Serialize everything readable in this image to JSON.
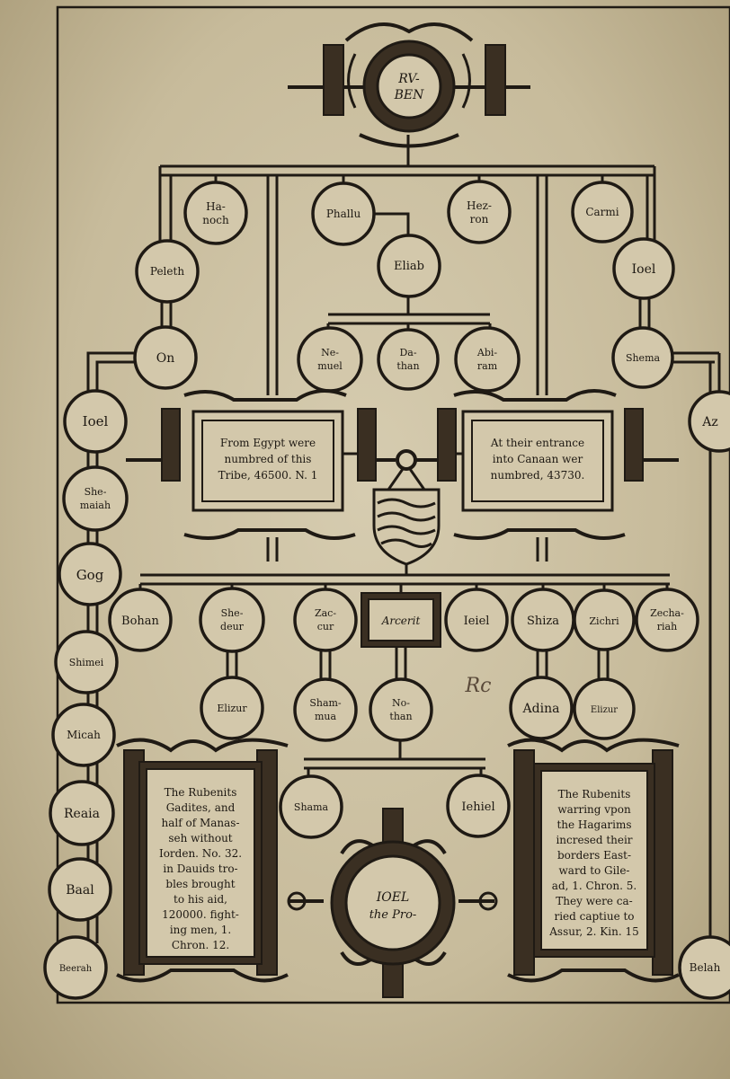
{
  "title": {
    "line1": "RV-",
    "line2": "BEN"
  },
  "sons": {
    "hanoch": {
      "line1": "Ha-",
      "line2": "noch"
    },
    "phallu": {
      "line1": "Phallu",
      "line2": ""
    },
    "hezron": {
      "line1": "Hez-",
      "line2": "ron"
    },
    "carmi": {
      "line1": "Carmi",
      "line2": ""
    }
  },
  "descendants": {
    "peleth": "Peleth",
    "on": "On",
    "eliab": "Eliab",
    "nemuel": {
      "line1": "Ne-",
      "line2": "muel"
    },
    "dathan": {
      "line1": "Da-",
      "line2": "than"
    },
    "abiram": {
      "line1": "Abi-",
      "line2": "ram"
    },
    "ioel_right": "Ioel",
    "shema": "Shema"
  },
  "left_chain": [
    {
      "line1": "Ioel",
      "line2": ""
    },
    {
      "line1": "She-",
      "line2": "maiah"
    },
    {
      "line1": "Gog",
      "line2": ""
    },
    {
      "line1": "Shimei",
      "line2": ""
    },
    {
      "line1": "Micah",
      "line2": ""
    },
    {
      "line1": "Reaia",
      "line2": ""
    },
    {
      "line1": "Baal",
      "line2": ""
    },
    {
      "line1": "Beerah",
      "line2": ""
    }
  ],
  "right_chain": {
    "top": "Az",
    "bottom": "Belah"
  },
  "census_left": {
    "line1": "From Egypt were",
    "line2": "numbred of this",
    "line3": "Tribe, 46500. N. 1"
  },
  "census_right": {
    "line1": "At their entrance",
    "line2": "into Canaan wer",
    "line3": "numbred, 43730."
  },
  "row2": [
    {
      "line1": "Bohan",
      "line2": ""
    },
    {
      "line1": "She-",
      "line2": "deur"
    },
    {
      "line1": "Zac-",
      "line2": "cur"
    },
    {
      "line1": "Ieiel",
      "line2": ""
    },
    {
      "line1": "Shiza",
      "line2": ""
    },
    {
      "line1": "Zichri",
      "line2": ""
    },
    {
      "line1": "Zecha-",
      "line2": "riah"
    }
  ],
  "arcerit": "Arcerit",
  "row3": [
    {
      "line1": "Elizur",
      "line2": ""
    },
    {
      "line1": "Sham-",
      "line2": "mua"
    },
    {
      "line1": "No-",
      "line2": "than"
    },
    {
      "line1": "Adina",
      "line2": ""
    },
    {
      "line1": "Elizur",
      "line2": ""
    }
  ],
  "shama": "Shama",
  "iehiel": "Iehiel",
  "joel_prophet": {
    "line1": "IOEL",
    "line2": "the Pro-"
  },
  "margin_note": "Rc",
  "panel_left": [
    "The Rubenits",
    "Gadites, and",
    "half of Manas-",
    "seh without",
    "Iorden. No. 32.",
    "in Dauids tro-",
    "bles brought",
    "to his aid,",
    "120000. fight-",
    "ing men, 1.",
    "Chron. 12."
  ],
  "panel_right": [
    "The Rubenits",
    "warring vpon",
    "the Hagarims",
    "incresed their",
    "borders East-",
    "ward to Gile-",
    "ad, 1. Chron. 5.",
    "They were ca-",
    "ried captiue to",
    "Assur, 2. Kin. 15"
  ]
}
